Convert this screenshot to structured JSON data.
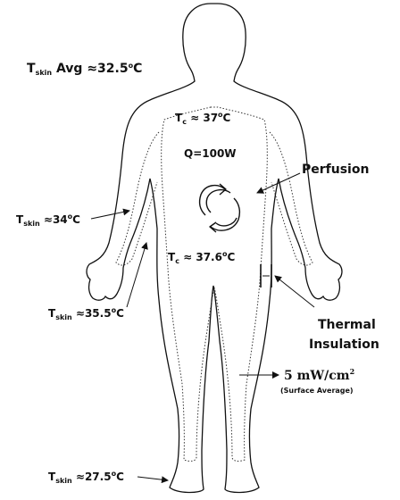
{
  "labels": {
    "tskin_avg": {
      "sym": "T",
      "sub": "skin",
      "text": " Avg ≈32.5",
      "deg": "o",
      "unit": "C"
    },
    "tc_upper": {
      "sym": "T",
      "sub": "c",
      "text": " ≈ 37",
      "deg": "o",
      "unit": "C"
    },
    "q": "Q=100W",
    "perfusion": "Perfusion",
    "tskin_arm": {
      "sym": "T",
      "sub": "skin",
      "text": " ≈34",
      "deg": "o",
      "unit": "C"
    },
    "tc_lower": {
      "sym": "T",
      "sub": "c",
      "text": " ≈ 37.6",
      "deg": "o",
      "unit": "C"
    },
    "tskin_hand": {
      "sym": "T",
      "sub": "skin",
      "text": " ≈35.5",
      "deg": "o",
      "unit": "C"
    },
    "thermal_line1": "Thermal",
    "thermal_line2": "Insulation",
    "flux_value": "5 mW/cm",
    "flux_sup": "2",
    "flux_note": "(Surface Average)",
    "tskin_feet": {
      "sym": "T",
      "sub": "skin",
      "text": " ≈27.5",
      "deg": "o",
      "unit": "C"
    }
  },
  "colors": {
    "ink": "#111111",
    "background": "#ffffff"
  },
  "icons": {
    "circulation": "circular-arrows-icon"
  }
}
